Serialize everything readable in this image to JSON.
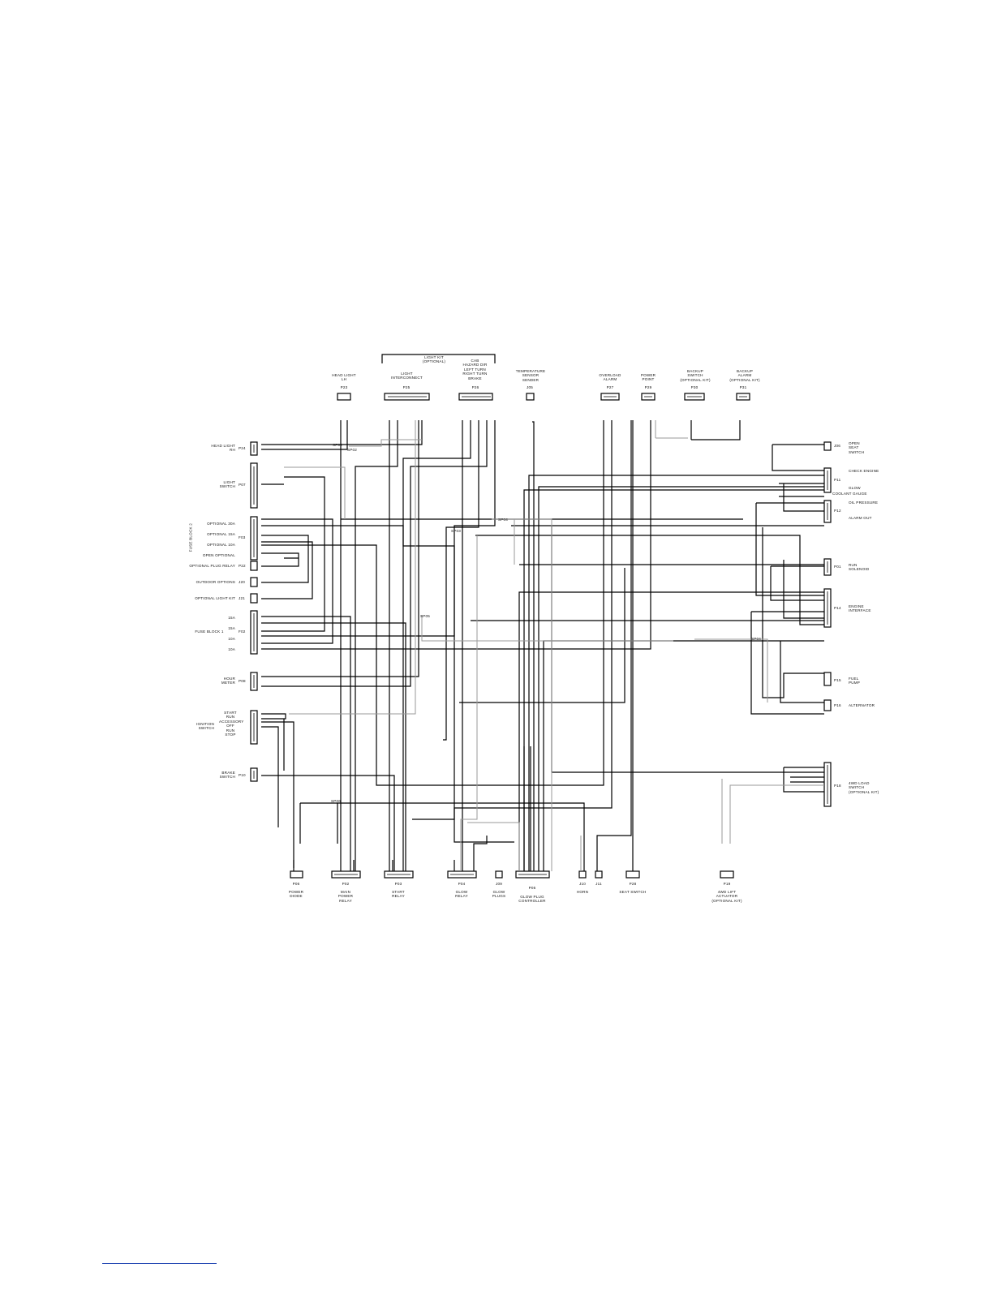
{
  "diagram": {
    "bracket_label": "LIGHT KIT\n(OPTIONAL)",
    "splices": [
      "SP02",
      "SP02",
      "SP04",
      "SP03",
      "SP05",
      "SP06",
      "SP04"
    ],
    "top_components": [
      {
        "label": "HEAD LIGHT\nLH",
        "ref": "P23"
      },
      {
        "label": "LIGHT\nINTERCONNECT",
        "ref": "P25"
      },
      {
        "label": "CAB\nHAZARD DIR\nLEFT TURN\nRIGHT TURN\nBRAKE",
        "ref": "P26"
      },
      {
        "label": "TEMPERATURE\nSENSOR\nSENDER",
        "ref": "J05"
      },
      {
        "label": "OVERLOAD\nALARM",
        "ref": "P27"
      },
      {
        "label": "POWER\nPOINT",
        "ref": "P29"
      },
      {
        "label": "BACKUP\nSWITCH\n(OPTIONAL KIT)",
        "ref": "P30"
      },
      {
        "label": "BACKUP\nALARM\n(OPTIONAL KIT)",
        "ref": "P31"
      }
    ],
    "left_components": [
      {
        "label": "HEAD LIGHT\nRH",
        "ref": "P24"
      },
      {
        "label": "LIGHT\nSWITCH",
        "ref": "P07"
      },
      {
        "label": "OPTIONAL 30A",
        "ref": ""
      },
      {
        "label": "OPTIONAL 15A",
        "ref": "F03"
      },
      {
        "label": "OPTIONAL 10A",
        "ref": ""
      },
      {
        "label": "OPEN OPTIONAL",
        "ref": ""
      },
      {
        "label": "OPTIONAL PLUG RELAY",
        "ref": "P22"
      },
      {
        "label": "OUTDOOR OPTIONS",
        "ref": "J20"
      },
      {
        "label": "OPTIONAL LIGHT KIT",
        "ref": "J21"
      },
      {
        "label": "15A",
        "ref": ""
      },
      {
        "label": "15A",
        "ref": "F02"
      },
      {
        "label": "10A",
        "ref": ""
      },
      {
        "label": "10A",
        "ref": ""
      },
      {
        "label": "HOUR\nMETER",
        "ref": "P08"
      },
      {
        "label": "START\nRUN\nACCESSORY\nOFF\nRUN\nSTOP",
        "ref": ""
      },
      {
        "label": "IGNITION\nSWITCH",
        "ref": ""
      },
      {
        "label": "BRAKE\nSWITCH",
        "ref": "P10"
      }
    ],
    "fuse_block_labels": [
      "FUSE BLOCK 2",
      "FUSE BLOCK 1"
    ],
    "right_components": [
      {
        "label": "OPEN\nSEAT\nSWITCH",
        "ref": "J06"
      },
      {
        "label": "CHECK ENGINE",
        "ref": "P11"
      },
      {
        "label": "GLOW",
        "ref": ""
      },
      {
        "label": "COOLANT GAUGE",
        "ref": ""
      },
      {
        "label": "OIL PRESSURE",
        "ref": "P12"
      },
      {
        "label": "ALARM OUT",
        "ref": ""
      },
      {
        "label": "RUN\nSOLENOID",
        "ref": "P01"
      },
      {
        "label": "ENGINE\nINTERFACE",
        "ref": "P14"
      },
      {
        "label": "FUEL\nPUMP",
        "ref": "P15"
      },
      {
        "label": "ALTERNATOR",
        "ref": "P16"
      },
      {
        "label": "4WD LOAD\nSWITCH\n(OPTIONAL KIT)",
        "ref": "P18"
      }
    ],
    "bottom_components": [
      {
        "label": "POWER\nDIODE",
        "ref": "P06"
      },
      {
        "label": "MAIN\nPOWER\nRELAY",
        "ref": "P02"
      },
      {
        "label": "START\nRELAY",
        "ref": "P03"
      },
      {
        "label": "GLOW\nRELAY",
        "ref": "P04"
      },
      {
        "label": "GLOW\nPLUGS",
        "ref": "J09"
      },
      {
        "label": "GLOW PLUG\nCONTROLLER",
        "ref": "P05"
      },
      {
        "label": "HORN",
        "ref": "J10"
      },
      {
        "label": "",
        "ref": "J11"
      },
      {
        "label": "SEAT SWITCH",
        "ref": "P28"
      },
      {
        "label": "4WD LIFT\nACTUATOR\n(OPTIONAL KIT)",
        "ref": "P19"
      }
    ]
  }
}
